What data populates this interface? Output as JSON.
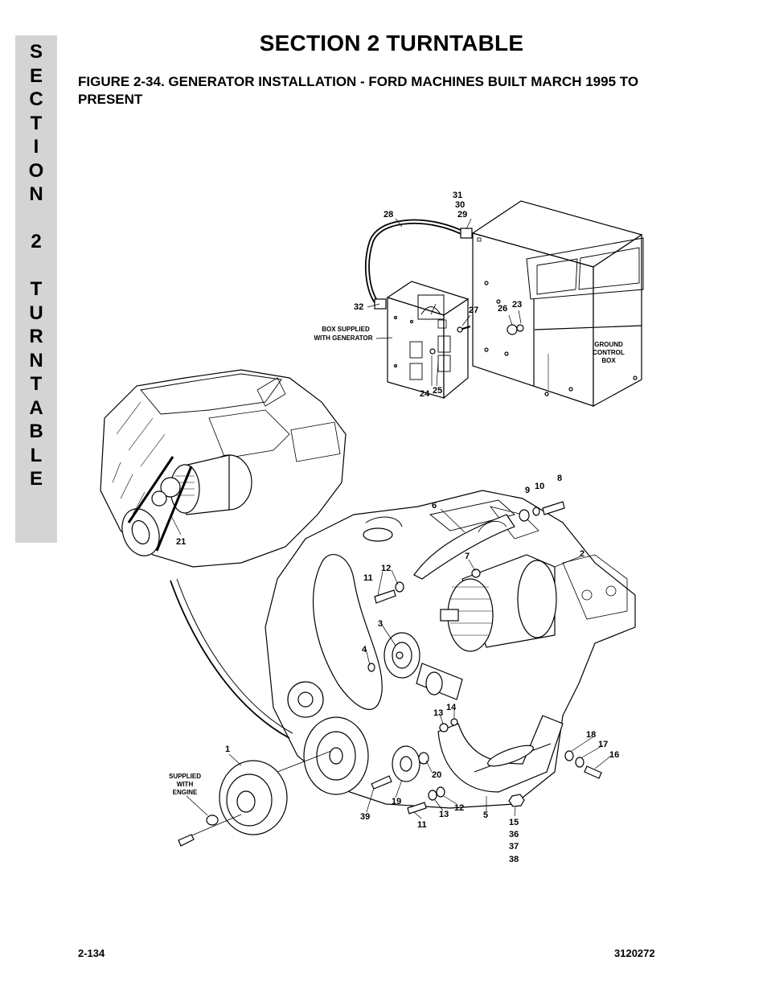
{
  "side_tab": {
    "letters": [
      "S",
      "E",
      "C",
      "T",
      "I",
      "O",
      "N",
      "",
      "2",
      "",
      "T",
      "U",
      "R",
      "N",
      "T",
      "A",
      "B",
      "L",
      "E"
    ]
  },
  "header": {
    "title": "SECTION 2  TURNTABLE",
    "caption": "FIGURE 2-34.  GENERATOR INSTALLATION - FORD MACHINES BUILT MARCH 1995 TO PRESENT"
  },
  "figure": {
    "notes": {
      "box_supplied_1": "BOX SUPPLIED",
      "box_supplied_2": "WITH GENERATOR",
      "ground_1": "GROUND",
      "ground_2": "CONTROL",
      "ground_3": "BOX",
      "engine_1": "SUPPLIED",
      "engine_2": "WITH",
      "engine_3": "ENGINE"
    },
    "callouts": {
      "c31": "31",
      "c30": "30",
      "c29": "29",
      "c28": "28",
      "c32": "32",
      "c27": "27",
      "c26": "26",
      "c23": "23",
      "c24": "24",
      "c25": "25",
      "c21": "21",
      "c9": "9",
      "c10": "10",
      "c8": "8",
      "c6": "6",
      "c2": "2",
      "c7": "7",
      "c11a": "11",
      "c12a": "12",
      "c3": "3",
      "c4": "4",
      "c13a": "13",
      "c14": "14",
      "c18": "18",
      "c17": "17",
      "c16": "16",
      "c1": "1",
      "c20": "20",
      "c19": "19",
      "c39": "39",
      "c11b": "11",
      "c13b": "13",
      "c12b": "12",
      "c5": "5",
      "c15": "15",
      "c36": "36",
      "c37": "37",
      "c38": "38"
    }
  },
  "footer": {
    "page": "2-134",
    "doc_number": "3120272"
  }
}
